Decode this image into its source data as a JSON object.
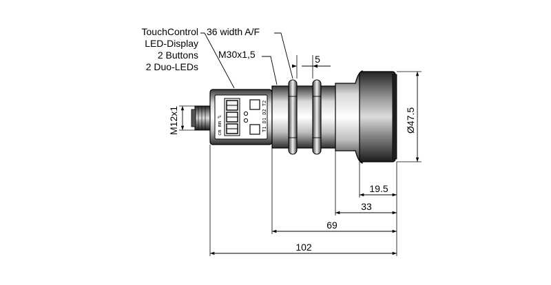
{
  "callouts": {
    "sensor_features": [
      "TouchControl",
      "LED-Display",
      "2 Buttons",
      "2 Duo-LEDs"
    ],
    "width_af": "36 width A/F",
    "thread": "M30x1,5",
    "nut_width": "5"
  },
  "dimensions": {
    "connector": "M12x1",
    "diameter": "Ø47.5",
    "d1": "19.5",
    "d2": "33",
    "d3": "69",
    "d4": "102"
  },
  "display": {
    "units": "cm mm %",
    "digits": "888",
    "outputs": "T1 D1 D2 T2"
  }
}
